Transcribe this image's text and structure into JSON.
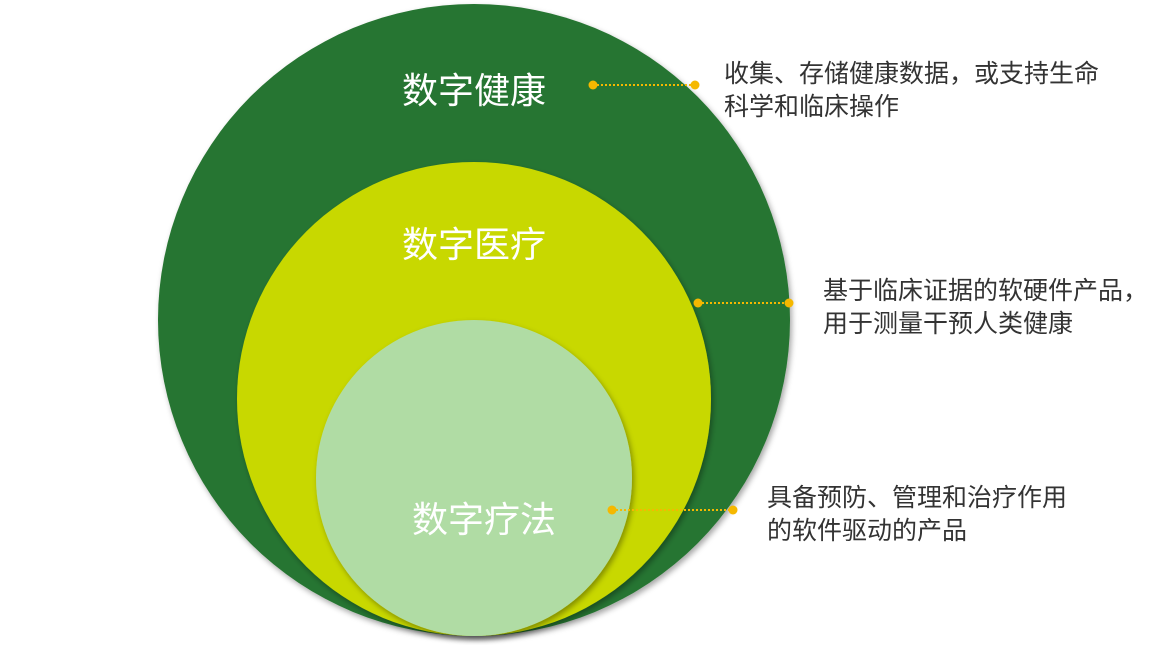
{
  "colors": {
    "outer": "#267430",
    "middle": "#c8d800",
    "inner": "#b0dca4",
    "connector": "#f5b800",
    "text": "#333333"
  },
  "circles": [
    {
      "label": "数字健康",
      "description": [
        "收集、存储健康数据，或支持生命",
        "科学和临床操作"
      ]
    },
    {
      "label": "数字医疗",
      "description": [
        "基于临床证据的软硬件产品，",
        "用于测量干预人类健康"
      ]
    },
    {
      "label": "数字疗法",
      "description": [
        "具备预防、管理和治疗作用",
        "的软件驱动的产品"
      ]
    }
  ]
}
